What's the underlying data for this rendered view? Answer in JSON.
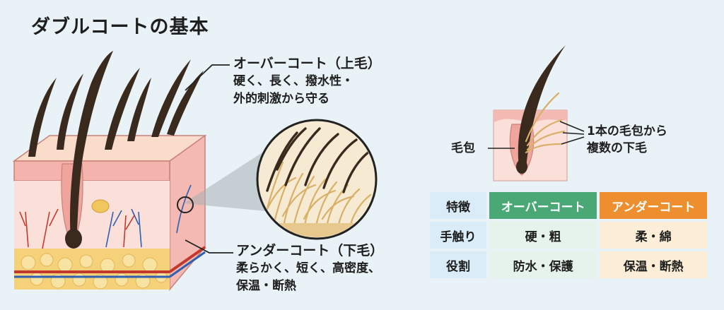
{
  "title": "ダブルコートの基本",
  "labels": {
    "overcoat": {
      "head": "オーバーコート（上毛）",
      "desc1": "硬く、長く、撥水性・",
      "desc2": "外的刺激から守る"
    },
    "undercoat": {
      "head": "アンダーコート（下毛）",
      "desc1": "柔らかく、短く、高密度、",
      "desc2": "保温・断熱"
    },
    "follicle": "毛包",
    "multi1": "1本の毛包から",
    "multi2": "複数の下毛"
  },
  "table": {
    "corner": "特徴",
    "col_over": "オーバーコート",
    "col_under": "アンダーコート",
    "rows": [
      {
        "head": "手触り",
        "over": "硬・粗",
        "under": "柔・綿"
      },
      {
        "head": "役割",
        "over": "防水・保護",
        "under": "保温・断熱"
      }
    ]
  },
  "colors": {
    "background": "#e9f2f6",
    "overcoat_green": "#4aa877",
    "undercoat_orange": "#ee8f2f",
    "skin_pink": "#f6c9c4",
    "fat_yellow": "#f5d27a",
    "hair_brown": "#3a2a1e",
    "underhair_tan": "#d8b067"
  }
}
